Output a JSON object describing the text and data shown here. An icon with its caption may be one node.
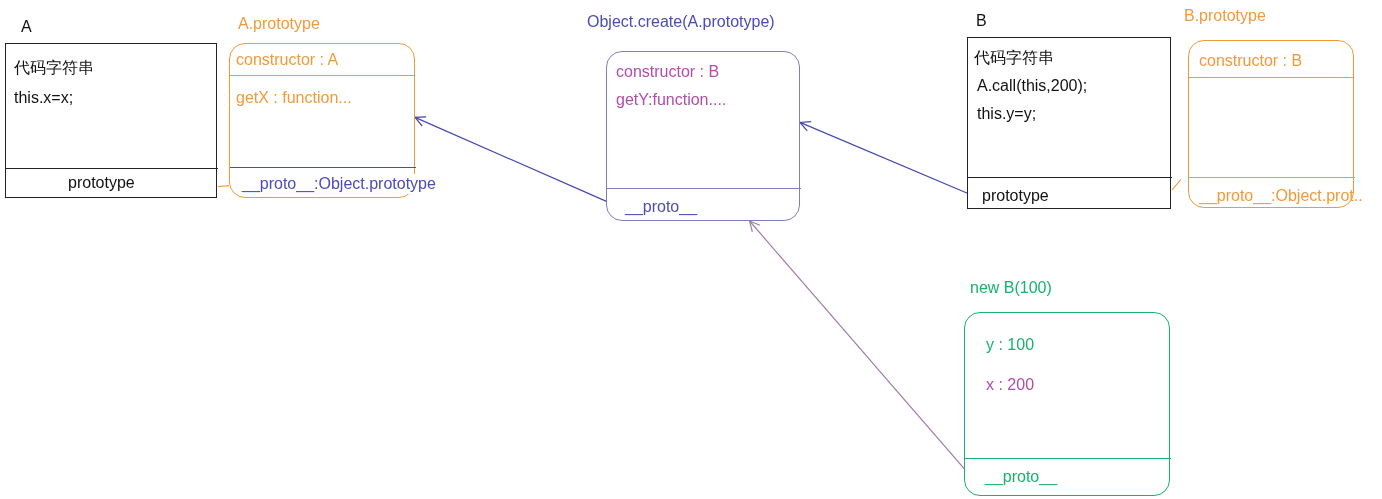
{
  "diagram": {
    "nodes": [
      {
        "text": [
          "A",
          "代码字符串",
          "this.x=x;"
        ]
      },
      {
        "text": [
          "prototype"
        ],
        "in": 0
      },
      {
        "text": [
          "A.prototype",
          "constructor : A",
          "getX : function..."
        ]
      },
      {
        "text": [
          "__proto__:Object.prototype"
        ],
        "in": 2
      },
      {
        "text": [
          "Object.create(A.prototype)",
          "constructor : B",
          "getY:function...."
        ]
      },
      {
        "text": [
          "__proto__"
        ],
        "in": 4
      },
      {
        "text": [
          "B",
          "代码字符串",
          "A.call(this,200);",
          "this.y=y;"
        ]
      },
      {
        "text": [
          "prototype"
        ],
        "in": 6
      },
      {
        "text": [
          "B.prototype",
          "constructor : B"
        ]
      },
      {
        "text": [
          "__proto__:Object.prot.."
        ],
        "in": 8
      },
      {
        "text": [
          "new B(100)",
          "y : 100",
          "x : 200"
        ]
      },
      {
        "text": [
          "__proto__"
        ],
        "in": 10
      }
    ],
    "edges": [
      {
        "from": 1,
        "to": 2,
        "arrow": "none",
        "color": "#f0a050"
      },
      {
        "from": 5,
        "to": 2,
        "arrow": "to",
        "color": "#4646b0"
      },
      {
        "from": 7,
        "to": 4,
        "arrow": "to",
        "color": "#4646b0"
      },
      {
        "from": 7,
        "to": 8,
        "arrow": "none",
        "style": "dashed",
        "color": "#f0a050"
      },
      {
        "from": 11,
        "to": 4,
        "arrow": "to",
        "color": "#a07aa8"
      }
    ]
  }
}
